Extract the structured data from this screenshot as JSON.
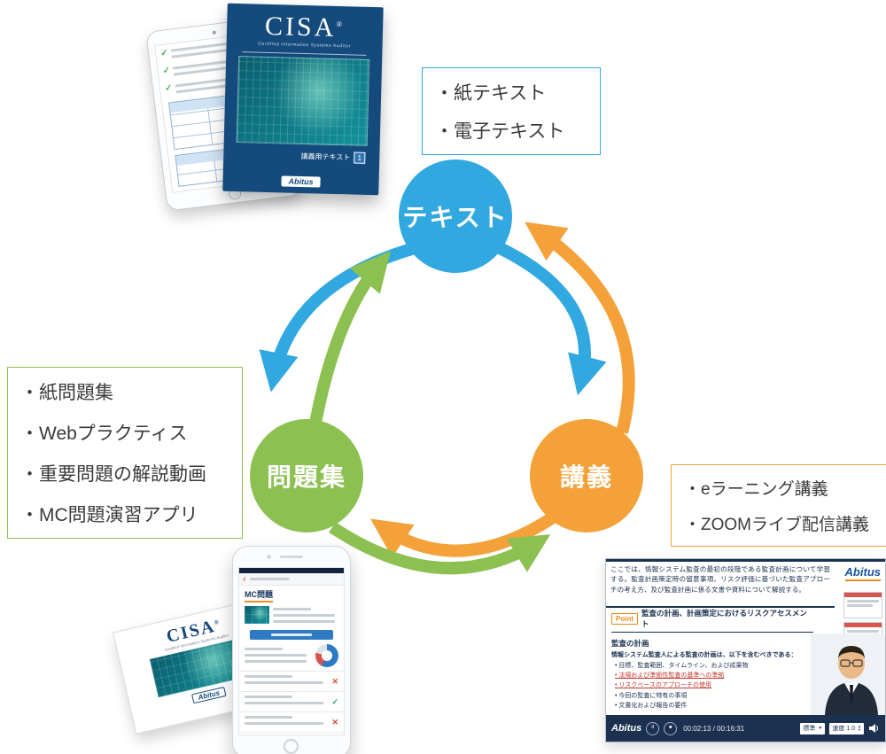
{
  "palette": {
    "blue": "#31a8e0",
    "orange": "#f4a139",
    "green": "#8cc152",
    "navy": "#1c3050",
    "book_blue": "#144a7c"
  },
  "cycle": {
    "text_node": "テキスト",
    "lecture_node": "講義",
    "problems_node": "問題集"
  },
  "callouts": {
    "text": {
      "lines": [
        "・紙テキスト",
        "・電子テキスト"
      ]
    },
    "problems": {
      "lines": [
        "・紙問題集",
        "・Webプラクティス",
        "・重要問題の解説動画",
        "・MC問題演習アプリ"
      ]
    },
    "lecture": {
      "lines": [
        "・eラーニング講義",
        "・ZOOMライブ配信講義"
      ]
    }
  },
  "book": {
    "title": "CISA",
    "mark": "®",
    "subtitle": "Certified Information Systems Auditor",
    "volume_label": "講義用テキスト",
    "volume_no": "1",
    "brand": "Abitus"
  },
  "etext": {
    "title": "CISA",
    "mark": "®",
    "brand": "Abitus"
  },
  "app": {
    "title": "MC問題"
  },
  "player": {
    "intro": "ここでは、情報システム監査の最初の段階である監査計画について学習する。監査計画策定時の留意事項、リスク評価に基づいた監査アプローチの考え方、及び監査計画に係る文書や資料について解説する。",
    "logo": "Abitus",
    "point_label": "Point",
    "point_title": "監査の計画、計画策定におけるリスクアセスメント",
    "slide_heading": "監査の計画",
    "slide_intro": "情報システム監査人による監査の計画は、以下を含むべきである：",
    "bullets": [
      "目標、監査範囲、タイムライン、および成果物",
      "法規および準拠性監査の基準への準拠",
      "リスクベースのアプローチの使用",
      "今回の監査に特有の事項",
      "文書化および報告の要件"
    ],
    "bar": {
      "brand": "Abitus",
      "pause": "II",
      "stop": "■",
      "time": "00:02:13 / 00:16:31",
      "quality": "標準",
      "speed": "速度 1.0"
    }
  },
  "icons": {
    "back_chevron": "‹",
    "check": "✓",
    "cross": "✕",
    "dropdown_arrow": "▼",
    "spin_up": "▲",
    "spin_down": "▼"
  }
}
